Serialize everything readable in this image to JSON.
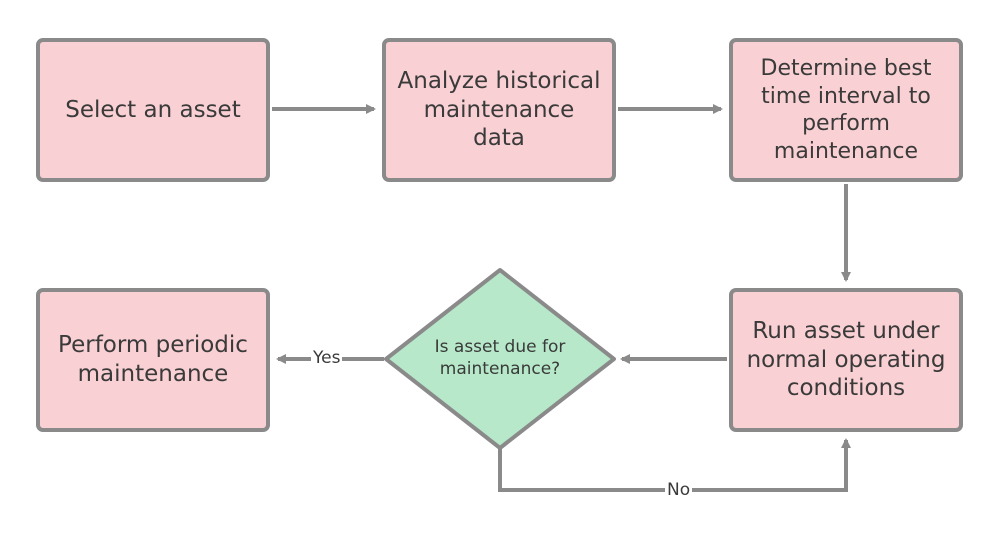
{
  "colors": {
    "process_fill": "#f9d0d3",
    "decision_fill": "#b6e8c9",
    "stroke": "#8a8a8a",
    "text": "#3a3a3a"
  },
  "nodes": {
    "select_asset": "Select an asset",
    "analyze_data": "Analyze historical maintenance data",
    "determine_interval": "Determine best time interval to perform maintenance",
    "run_asset": "Run asset under normal operating conditions",
    "decision": "Is asset due for maintenance?",
    "perform_maintenance": "Perform periodic maintenance"
  },
  "edges": {
    "yes_label": "Yes",
    "no_label": "No"
  }
}
